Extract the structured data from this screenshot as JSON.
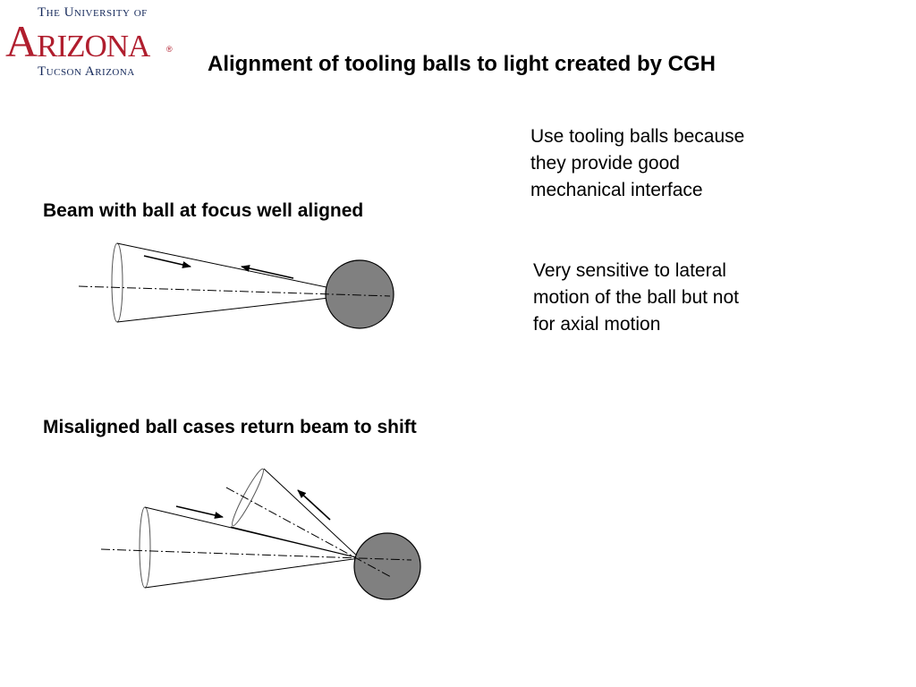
{
  "logo": {
    "line1": "The University of",
    "main": "Arizona",
    "registered": "®",
    "line2": "Tucson Arizona"
  },
  "title": "Alignment of tooling balls to light created by CGH",
  "notes": {
    "note1": [
      "Use tooling balls because",
      "they provide good",
      "mechanical interface"
    ],
    "note2": [
      "Very sensitive to lateral",
      "motion of the ball but not",
      "for axial motion"
    ]
  },
  "diagram1": {
    "heading": "Beam with ball at focus well aligned"
  },
  "diagram2": {
    "heading": "Misaligned ball cases return beam to shift"
  },
  "colors": {
    "ball_fill": "#808080",
    "logo_red": "#b01e2e",
    "logo_blue": "#14285a"
  }
}
